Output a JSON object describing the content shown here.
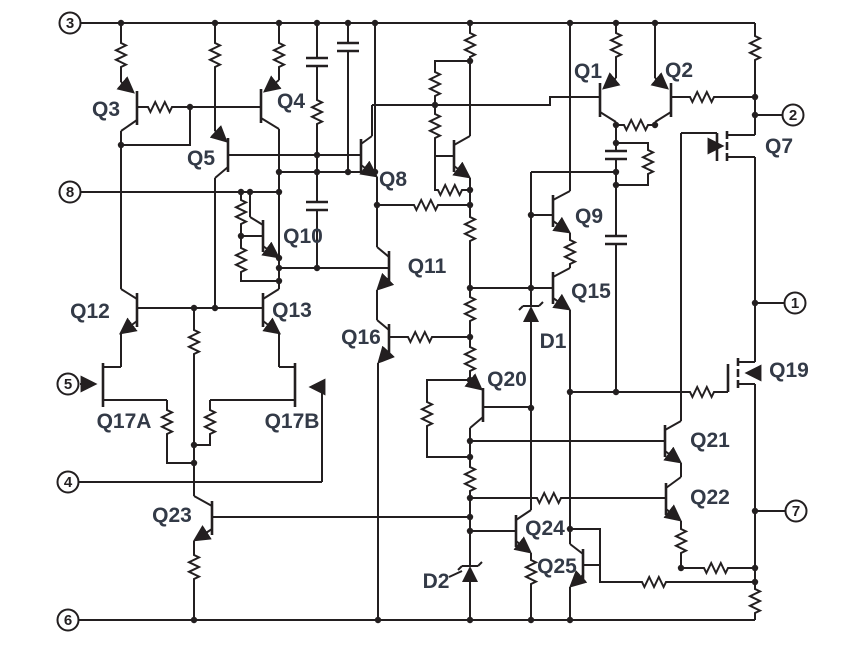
{
  "schematic": {
    "kind": "analog operational amplifier internal circuit schematic",
    "colors": {
      "wire": "#231f20",
      "label": "#333a47",
      "background": "#ffffff"
    },
    "terminals": [
      {
        "label": "3"
      },
      {
        "label": "8"
      },
      {
        "label": "5"
      },
      {
        "label": "4"
      },
      {
        "label": "6"
      },
      {
        "label": "2"
      },
      {
        "label": "1"
      },
      {
        "label": "7"
      }
    ],
    "transistors": [
      {
        "label": "Q1"
      },
      {
        "label": "Q2"
      },
      {
        "label": "Q3"
      },
      {
        "label": "Q4"
      },
      {
        "label": "Q5"
      },
      {
        "label": "Q7"
      },
      {
        "label": "Q8"
      },
      {
        "label": "Q9"
      },
      {
        "label": "Q10"
      },
      {
        "label": "Q11"
      },
      {
        "label": "Q12"
      },
      {
        "label": "Q13"
      },
      {
        "label": "Q15"
      },
      {
        "label": "Q16"
      },
      {
        "label": "Q17A"
      },
      {
        "label": "Q17B"
      },
      {
        "label": "Q19"
      },
      {
        "label": "Q20"
      },
      {
        "label": "Q21"
      },
      {
        "label": "Q22"
      },
      {
        "label": "Q23"
      },
      {
        "label": "Q24"
      },
      {
        "label": "Q25"
      }
    ],
    "diodes": [
      {
        "label": "D1"
      },
      {
        "label": "D2"
      }
    ]
  }
}
